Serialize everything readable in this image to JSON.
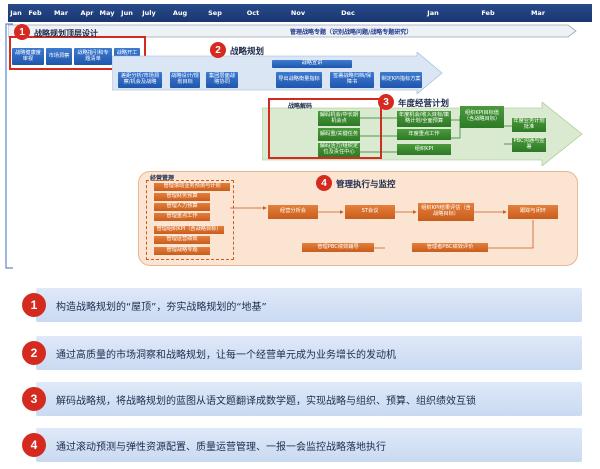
{
  "months": [
    "Jan",
    "Feb",
    "Mar",
    "Apr",
    "May",
    "Jun",
    "July",
    "Aug",
    "Sep",
    "Oct",
    "Nov",
    "Dec",
    "Jan",
    "Feb",
    "Mar"
  ],
  "top_arrow_label": "管理战略专题（识别战略问题/战略专题研究）",
  "section1": {
    "num": "1",
    "title": "战略规划顶层设计",
    "boxes": [
      "战略健康度审视",
      "市场洞察",
      "战略指引和专题清单",
      "战略开工会"
    ]
  },
  "section2": {
    "num": "2",
    "title": "战略规划",
    "review_label": "战略宣讲",
    "boxes": [
      "差距分析/市场洞察/机会及战略",
      "战略设计/规划目标",
      "集团层面战略协同",
      "导出战略衡量指标",
      "签署战略归档/保障书",
      "制定KPI指标方案"
    ]
  },
  "section3": {
    "num": "3",
    "title": "年度经营计划",
    "decode_label": "战略解码",
    "decode_boxes": [
      "解码机会/中长期机会点",
      "解码重/关键任务",
      "解码活力/组织定位及责任中心"
    ],
    "plan_boxes": [
      "年度机会/收入目标/策略计划/全面预算",
      "年度重点工作",
      "组织KPI"
    ],
    "right_boxes": [
      "组织KPI目标值（含战略目标）",
      "年度业务计划批准",
      "PBC沟通与签署"
    ]
  },
  "section4": {
    "num": "4",
    "title": "管理执行与监控",
    "ops_label": "经营管理",
    "ops_items": [
      "管理滚动业务预测与计划",
      "管理财务预算",
      "管理人力预算",
      "管理重点工作",
      "管理组织KPI（含战略目标）",
      "管理运营绩效",
      "管理战略专题"
    ],
    "flow": [
      "经营分析会",
      "ST会议",
      "组织KPI结果评估（含战略目标）",
      "跟踪与闭环"
    ],
    "pbc_left": "管理PBC绩效辅导",
    "pbc_right": "管理者PBC绩效评价"
  },
  "summary": [
    {
      "num": "1",
      "text": "构造战略规划的“屋顶”，夯实战略规划的“地基”"
    },
    {
      "num": "2",
      "text": "通过高质量的市场洞察和战略规划，让每一个经营单元成为业务增长的发动机"
    },
    {
      "num": "3",
      "text": "解码战略规，将战略规划的蓝图从语文题翻译成数学题，实现战略与组织、预算、组织绩效互锁"
    },
    {
      "num": "4",
      "text": "通过滚动预测与弹性资源配置、质量运营管理、一报一会监控战略落地执行"
    }
  ]
}
